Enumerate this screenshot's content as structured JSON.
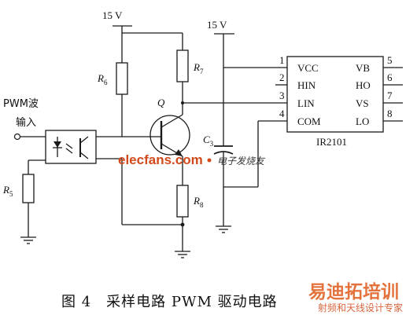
{
  "supply_left": "15 V",
  "supply_right": "15 V",
  "input_label_line1": "PWM波",
  "input_label_line2": "输入",
  "components": {
    "r5": {
      "letter": "R",
      "index": "5"
    },
    "r6": {
      "letter": "R",
      "index": "6"
    },
    "r7": {
      "letter": "R",
      "index": "7"
    },
    "r8": {
      "letter": "R",
      "index": "8"
    },
    "transistor": "Q",
    "c3": {
      "letter": "C",
      "index": "3"
    }
  },
  "chip": {
    "name": "IR2101",
    "left_pins": [
      {
        "num": "1",
        "name": "VCC"
      },
      {
        "num": "2",
        "name": "HIN"
      },
      {
        "num": "3",
        "name": "LIN"
      },
      {
        "num": "4",
        "name": "COM"
      }
    ],
    "right_pins": [
      {
        "num": "5",
        "name": "VB"
      },
      {
        "num": "6",
        "name": "HO"
      },
      {
        "num": "7",
        "name": "VS"
      },
      {
        "num": "8",
        "name": "LO"
      }
    ]
  },
  "caption": "图 4　采样电路 PWM 驱动电路",
  "watermarks": {
    "site": "elecfans",
    "site_suffix": ".com",
    "site_cn": "电子发烧友",
    "brand": "易迪拓培训",
    "brand_sub": "射频和天线设计专家"
  },
  "colors": {
    "ink": "#1a1a1a",
    "watermark": "#e05a1c",
    "site_watermark": "#d24a1a"
  }
}
